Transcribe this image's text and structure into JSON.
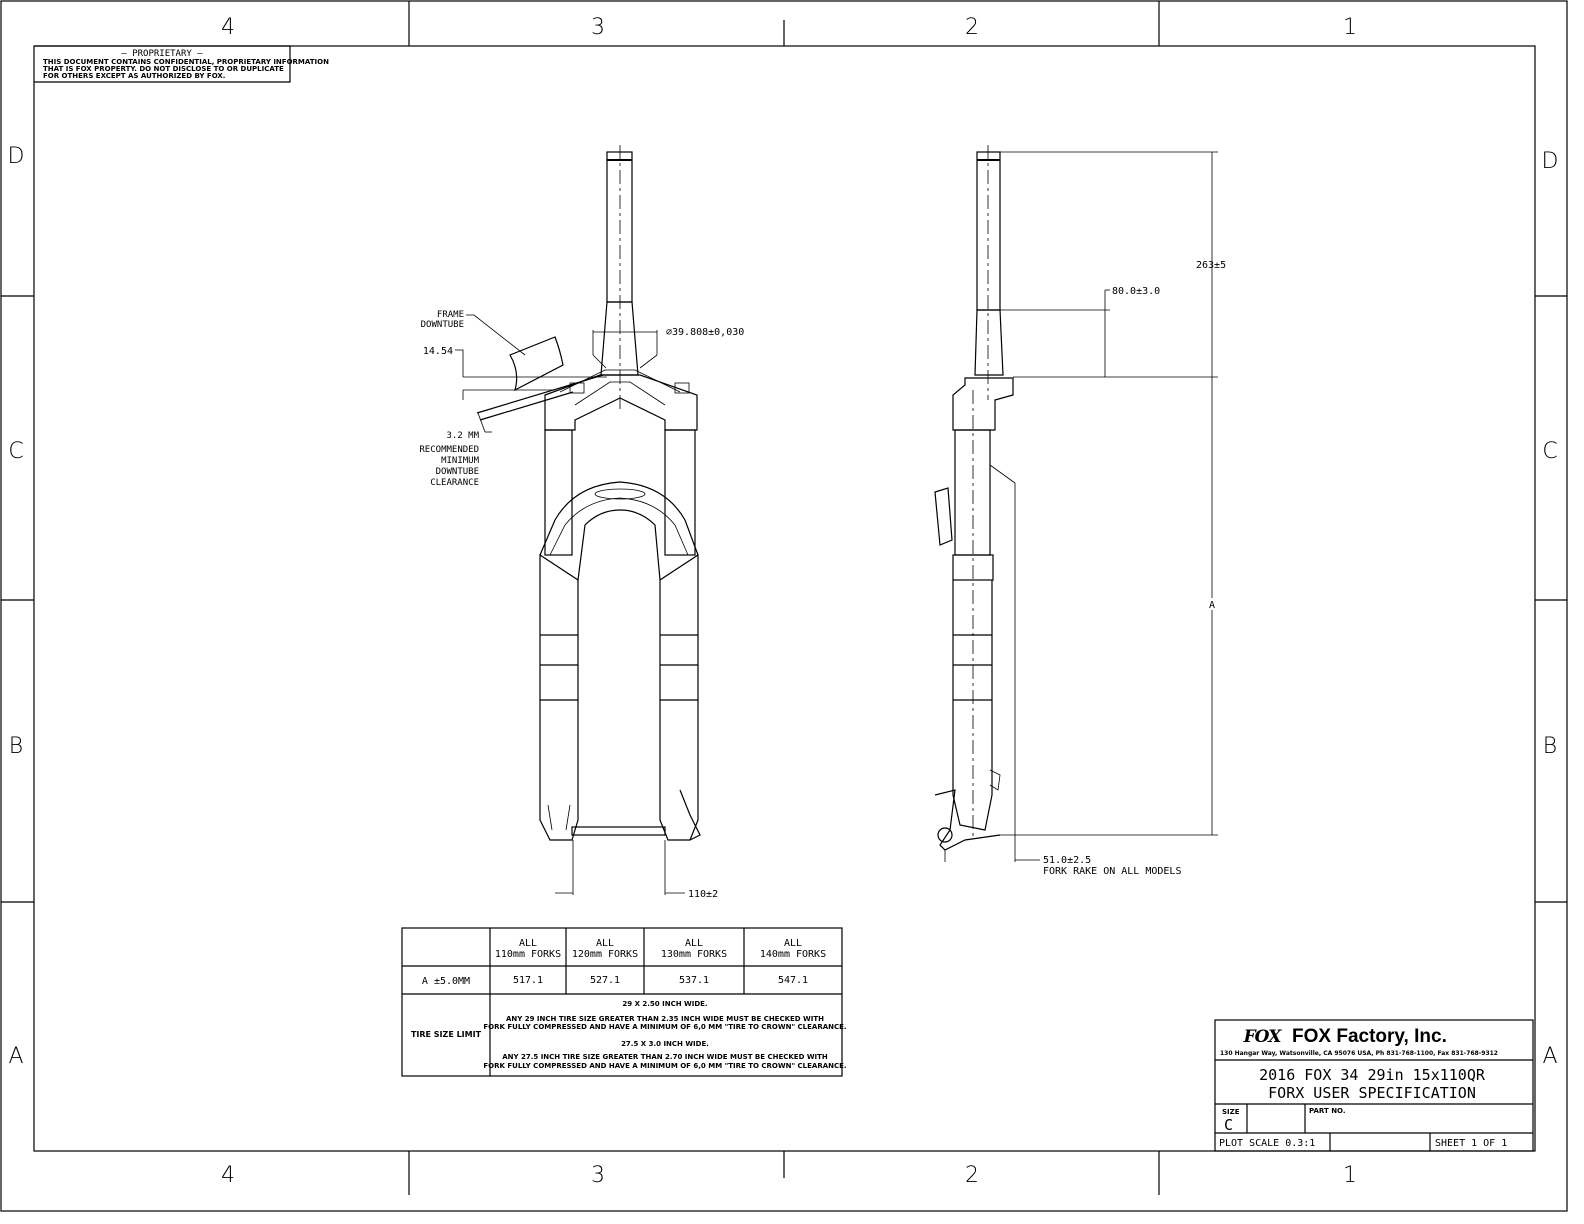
{
  "zones": {
    "columns": [
      "4",
      "3",
      "2",
      "1"
    ],
    "rows": [
      "D",
      "C",
      "B",
      "A"
    ]
  },
  "proprietary": {
    "title": "— PROPRIETARY —",
    "lines": [
      "THIS DOCUMENT CONTAINS CONFIDENTIAL, PROPRIETARY INFORMATION",
      "THAT IS FOX PROPERTY.  DO NOT DISCLOSE TO OR DUPLICATE",
      "FOR OTHERS EXCEPT AS AUTHORIZED BY FOX."
    ]
  },
  "front_view": {
    "frame_downtube": [
      "FRAME",
      "DOWNTUBE"
    ],
    "dim_1454": "14.54",
    "steerer_dia": "⌀39.808±0,030",
    "clearance": [
      "3.2 MM",
      "RECOMMENDED",
      "MINIMUM",
      "DOWNTUBE",
      "CLEARANCE"
    ],
    "axle_width": "110±2"
  },
  "side_view": {
    "steerer_length": "263±5",
    "taper_length": "80.0±3.0",
    "axle_to_crown": "A",
    "rake": "51.0±2.5",
    "rake_note": "FORK RAKE ON ALL MODELS"
  },
  "spec_table": {
    "headers": [
      "",
      [
        "ALL",
        "110mm FORKS"
      ],
      [
        "ALL",
        "120mm FORKS"
      ],
      [
        "ALL",
        "130mm FORKS"
      ],
      [
        "ALL",
        "140mm FORKS"
      ]
    ],
    "a_row": {
      "label": "A ±5.0MM",
      "values": [
        "517.1",
        "527.1",
        "537.1",
        "547.1"
      ]
    },
    "tire_row": {
      "label": "TIRE SIZE LIMIT",
      "lines": [
        "29 X 2.50 INCH WIDE.",
        "ANY 29 INCH TIRE SIZE GREATER THAN 2.35 INCH WIDE MUST BE CHECKED WITH",
        "FORK FULLY COMPRESSED AND HAVE A MINIMUM OF 6,0 MM \"TIRE TO CROWN\" CLEARANCE.",
        "27.5 X 3.0 INCH WIDE.",
        "ANY 27.5 INCH TIRE SIZE GREATER THAN 2.70 INCH WIDE MUST BE CHECKED WITH",
        "FORK FULLY COMPRESSED AND HAVE A MINIMUM OF 6,0 MM \"TIRE TO CROWN\" CLEARANCE."
      ]
    }
  },
  "title_block": {
    "logo_text": "FOX",
    "company": "FOX Factory, Inc.",
    "address": "130 Hangar Way, Watsonville, CA 95076 USA, Ph 831-768-1100, Fax 831-768-9312",
    "title_line1": "2016 FOX 34 29in 15x110QR",
    "title_line2": "FORX USER SPECIFICATION",
    "size_label": "SIZE",
    "size_value": "C",
    "part_no_label": "PART NO.",
    "plot_scale": "PLOT SCALE 0.3:1",
    "sheet": "SHEET 1 OF 1"
  }
}
